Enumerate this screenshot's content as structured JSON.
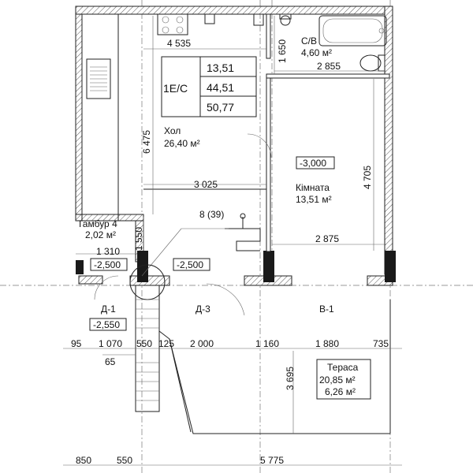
{
  "unit": {
    "code": "1Е/С",
    "areas": [
      "13,51",
      "44,51",
      "50,77"
    ]
  },
  "rooms": {
    "hall": {
      "name": "Хол",
      "area": "26,40 м²"
    },
    "bathroom": {
      "name": "С/В",
      "area": "4,60 м²"
    },
    "room": {
      "name": "Кімната",
      "area": "13,51 м²",
      "level": "-3,000"
    },
    "vestibule": {
      "name": "Тамбур 4",
      "area": "2,02 м²"
    },
    "terrace": {
      "name": "Тераса",
      "area1": "20,85 м²",
      "area2": "6,26 м²"
    }
  },
  "stairs": {
    "label": "8 (39)"
  },
  "levels": {
    "hall_floor": "-2,500",
    "vestibule_floor": "-2,500",
    "entrance": "-2,550"
  },
  "doors": {
    "d1": "Д-1",
    "d3": "Д-3",
    "w1": "В-1"
  },
  "dims": {
    "kitchen_width": "4 535",
    "bath_height": "1 650",
    "bath_width": "2 855",
    "hall_depth": "6 475",
    "hall_width": "3 025",
    "room_depth": "4 705",
    "room_width": "2 875",
    "vestibule_depth": "1 550",
    "vestibule_width": "1 310",
    "terrace_depth": "3 695",
    "r1": [
      "95",
      "1 070",
      "550",
      "125",
      "2 000",
      "1 160",
      "1 880",
      "735"
    ],
    "r1_small": "65",
    "bottom": [
      "850",
      "550",
      "5 775"
    ]
  }
}
